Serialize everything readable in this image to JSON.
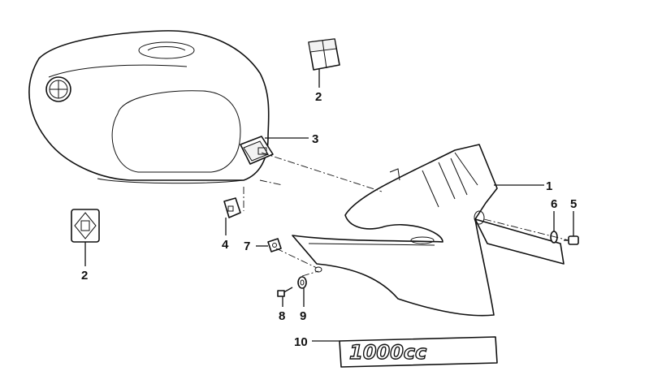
{
  "callouts": [
    {
      "id": "c1",
      "text": "1"
    },
    {
      "id": "c2a",
      "text": "2"
    },
    {
      "id": "c2b",
      "text": "2"
    },
    {
      "id": "c3",
      "text": "3"
    },
    {
      "id": "c4",
      "text": "4"
    },
    {
      "id": "c5",
      "text": "5"
    },
    {
      "id": "c6",
      "text": "6"
    },
    {
      "id": "c7",
      "text": "7"
    },
    {
      "id": "c8",
      "text": "8"
    },
    {
      "id": "c9",
      "text": "9"
    },
    {
      "id": "c10",
      "text": "10"
    }
  ],
  "emblem_text": "1000cc"
}
